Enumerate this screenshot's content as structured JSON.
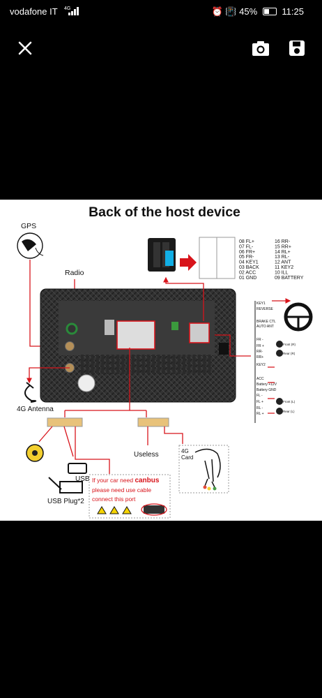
{
  "status_bar": {
    "carrier": "vodafone IT",
    "network": "4G",
    "battery": "45%",
    "time": "11:25"
  },
  "toolbar": {
    "close_icon": "close-icon",
    "camera_icon": "camera-icon",
    "save_icon": "save-icon"
  },
  "image": {
    "title": "Back of the host device",
    "labels": {
      "gps": "GPS",
      "radio": "Radio",
      "antenna": "4G Antenna",
      "usb": "USB",
      "usb_plug": "USB Plug*2",
      "useless": "Useless",
      "card": "4G\nCard",
      "canbus_1": "If your car need",
      "canbus_bold": "canbus",
      "canbus_2": "please need use cable",
      "canbus_3": "connect this port"
    },
    "pinout_left": [
      "08 FL+",
      "07 FL-",
      "06 FR+",
      "05 FR-",
      "04 KEY1",
      "03 BACK",
      "02 ACC",
      "01 GND"
    ],
    "pinout_right": [
      "16 RR-",
      "15 RR+",
      "14 RL+",
      "13 RL-",
      "12 ANT",
      "11 KEY2",
      "10 ILL",
      "09 BATTERY"
    ],
    "right_labels": [
      "KEY1",
      "REVERSE",
      "BRAKE CTL",
      "AUTO ANT",
      "FR -",
      "FR +",
      "RR-",
      "RR+",
      "KEY2",
      "ACC",
      "Battery +12V",
      "Battery GND",
      "FL -",
      "FL +",
      "RL -",
      "RL +"
    ],
    "speaker_labels": {
      "front_r": "Front (R)",
      "rear_r": "Rear (R)",
      "front_l": "Front (L)",
      "rear_l": "Rear (L)"
    }
  }
}
